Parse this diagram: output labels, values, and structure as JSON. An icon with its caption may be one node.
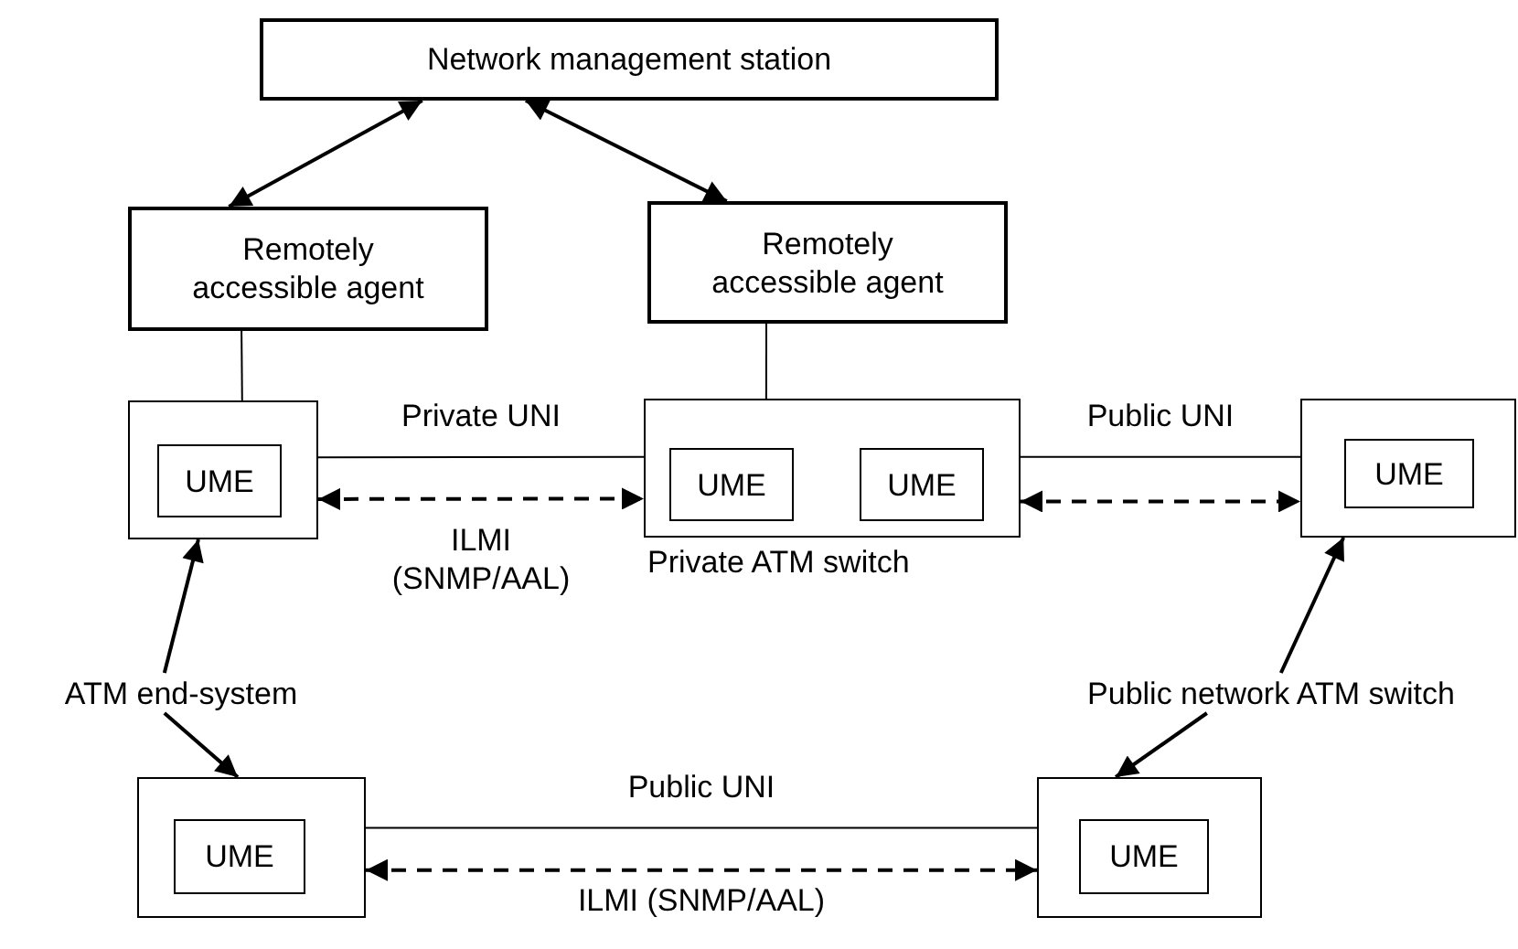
{
  "diagram": {
    "nodes": [
      {
        "text": [
          "Network management station"
        ]
      },
      {
        "text": [
          "Remotely accessible agent"
        ]
      },
      {
        "text": [
          "Remotely accessible agent"
        ]
      },
      {
        "text": [],
        "shape": "box"
      },
      {
        "text": [
          "UME"
        ],
        "in": 3
      },
      {
        "text": [],
        "shape": "box",
        "beside": [
          "Private ATM switch"
        ]
      },
      {
        "text": [
          "UME"
        ],
        "in": 5
      },
      {
        "text": [
          "UME"
        ],
        "in": 5
      },
      {
        "text": [],
        "shape": "box"
      },
      {
        "text": [
          "UME"
        ],
        "in": 8
      },
      {
        "text": [],
        "shape": "box"
      },
      {
        "text": [
          "UME"
        ],
        "in": 10
      },
      {
        "text": [],
        "shape": "box"
      },
      {
        "text": [
          "UME"
        ],
        "in": 12
      },
      {
        "text": [
          "ATM end-system"
        ]
      },
      {
        "text": [
          "Public network ATM switch"
        ]
      }
    ],
    "edges": [
      {
        "from": 0,
        "to": 1,
        "arrow": "both"
      },
      {
        "from": 0,
        "to": 2,
        "arrow": "both"
      },
      {
        "from": 1,
        "to": 3,
        "arrow": "none"
      },
      {
        "from": 2,
        "to": 5,
        "arrow": "none"
      },
      {
        "from": 3,
        "to": 5,
        "arrow": "none",
        "label": "Private UNI"
      },
      {
        "from": 3,
        "to": 5,
        "arrow": "both",
        "style": "dashed",
        "label": "ILMI (SNMP/AAL)"
      },
      {
        "from": 5,
        "to": 8,
        "arrow": "none",
        "label": "Public UNI"
      },
      {
        "from": 5,
        "to": 8,
        "arrow": "both",
        "style": "dashed"
      },
      {
        "from": 14,
        "to": 3,
        "arrow": "to"
      },
      {
        "from": 14,
        "to": 10,
        "arrow": "to"
      },
      {
        "from": 15,
        "to": 8,
        "arrow": "to"
      },
      {
        "from": 15,
        "to": 12,
        "arrow": "to"
      },
      {
        "from": 10,
        "to": 12,
        "arrow": "none",
        "label": "Public UNI"
      },
      {
        "from": 10,
        "to": 12,
        "arrow": "both",
        "style": "dashed",
        "label": "ILMI (SNMP/AAL)"
      }
    ]
  }
}
